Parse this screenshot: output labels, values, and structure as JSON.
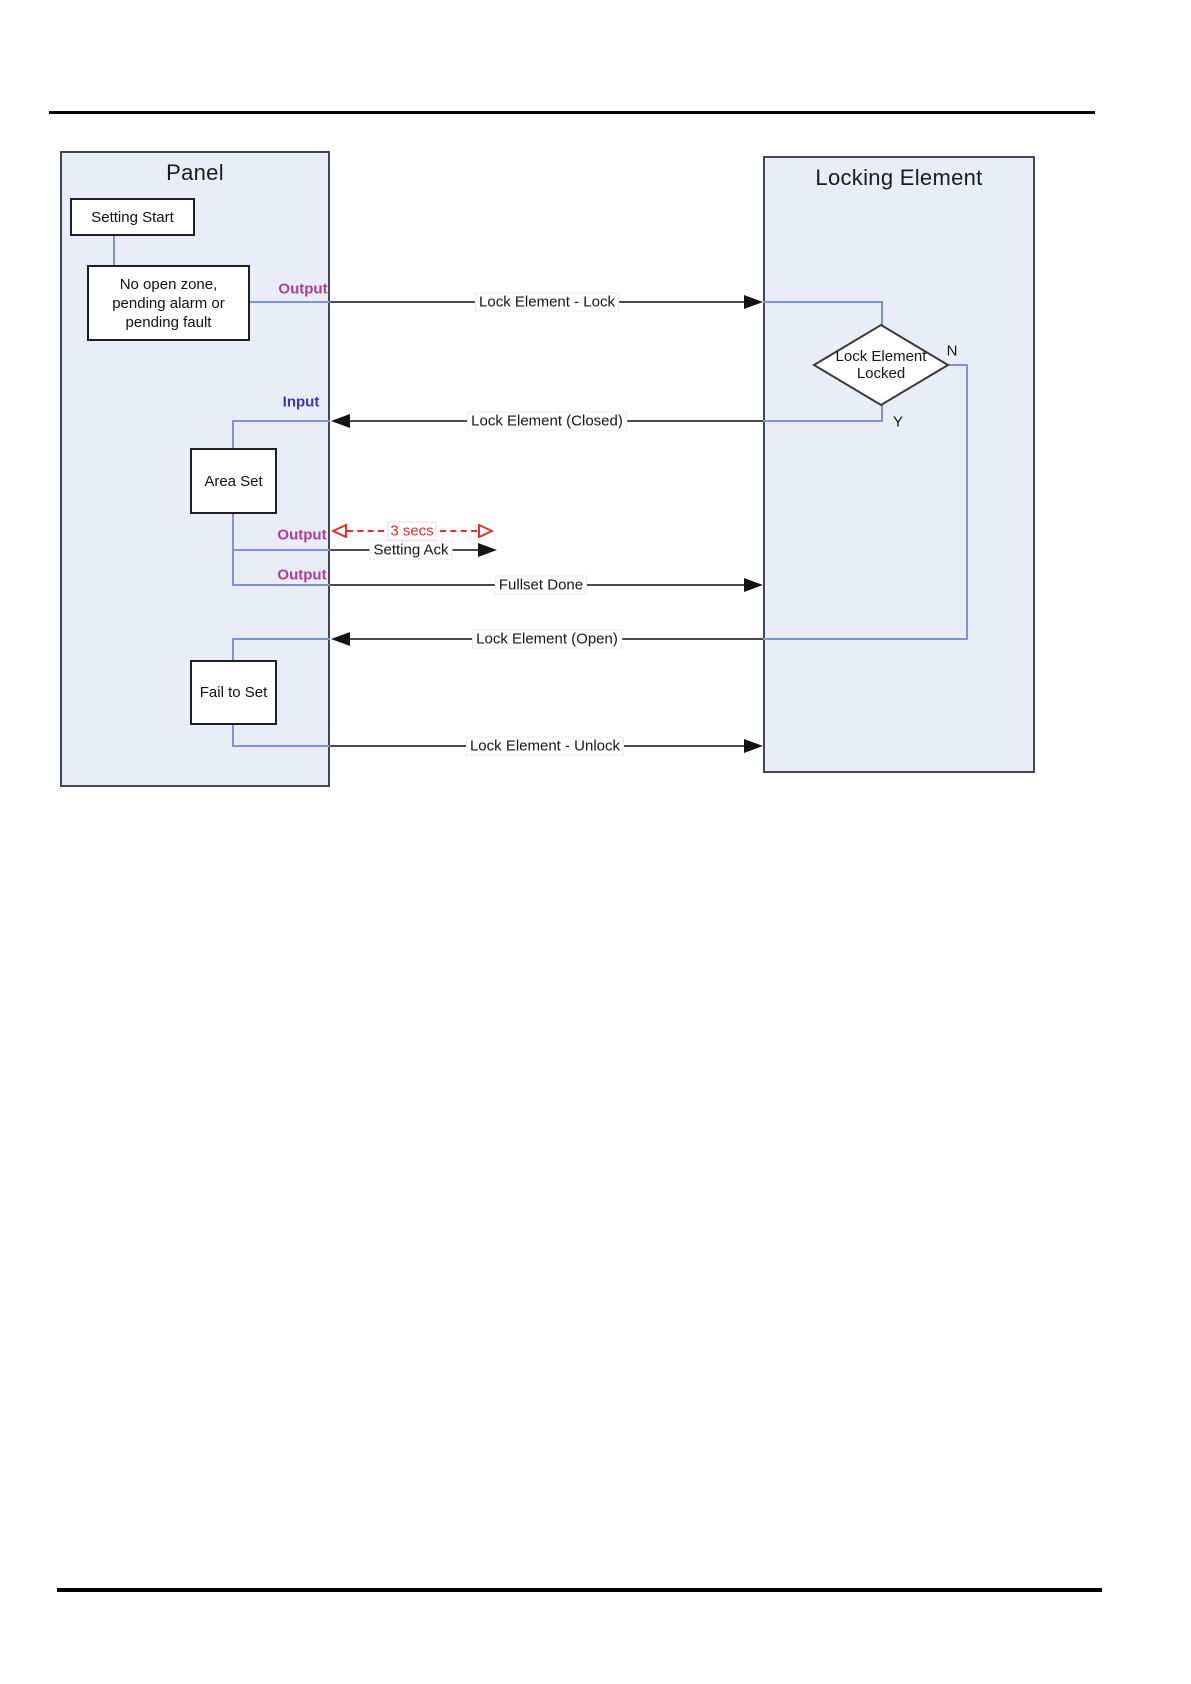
{
  "diagram": {
    "panel": {
      "title": "Panel",
      "nodes": {
        "setting_start": "Setting Start",
        "no_open_zone_l1": "No open zone,",
        "no_open_zone_l2": "pending alarm or",
        "no_open_zone_l3": "pending fault",
        "area_set": "Area Set",
        "fail_to_set": "Fail to Set"
      },
      "ports": {
        "output_lock": "Output",
        "input_closed": "Input",
        "output_ack": "Output",
        "output_fullset": "Output"
      }
    },
    "locking_element": {
      "title": "Locking Element",
      "decision": {
        "label_l1": "Lock Element",
        "label_l2": "Locked",
        "branch_no": "N",
        "branch_yes": "Y"
      }
    },
    "messages": {
      "lock": "Lock Element - Lock",
      "closed": "Lock Element (Closed)",
      "setting_ack": "Setting Ack",
      "fullset_done": "Fullset Done",
      "open": "Lock Element (Open)",
      "unlock": "Lock Element - Unlock",
      "timer": "3 secs"
    },
    "colors": {
      "lane_fill": "#E9EDF8",
      "lane_border": "#46464E",
      "connector_blue": "#8096C8",
      "message_line": "#4A4A4A",
      "output_label": "#B03C96",
      "input_label": "#3A3AA6",
      "timer_red": "#E62E2E"
    }
  }
}
